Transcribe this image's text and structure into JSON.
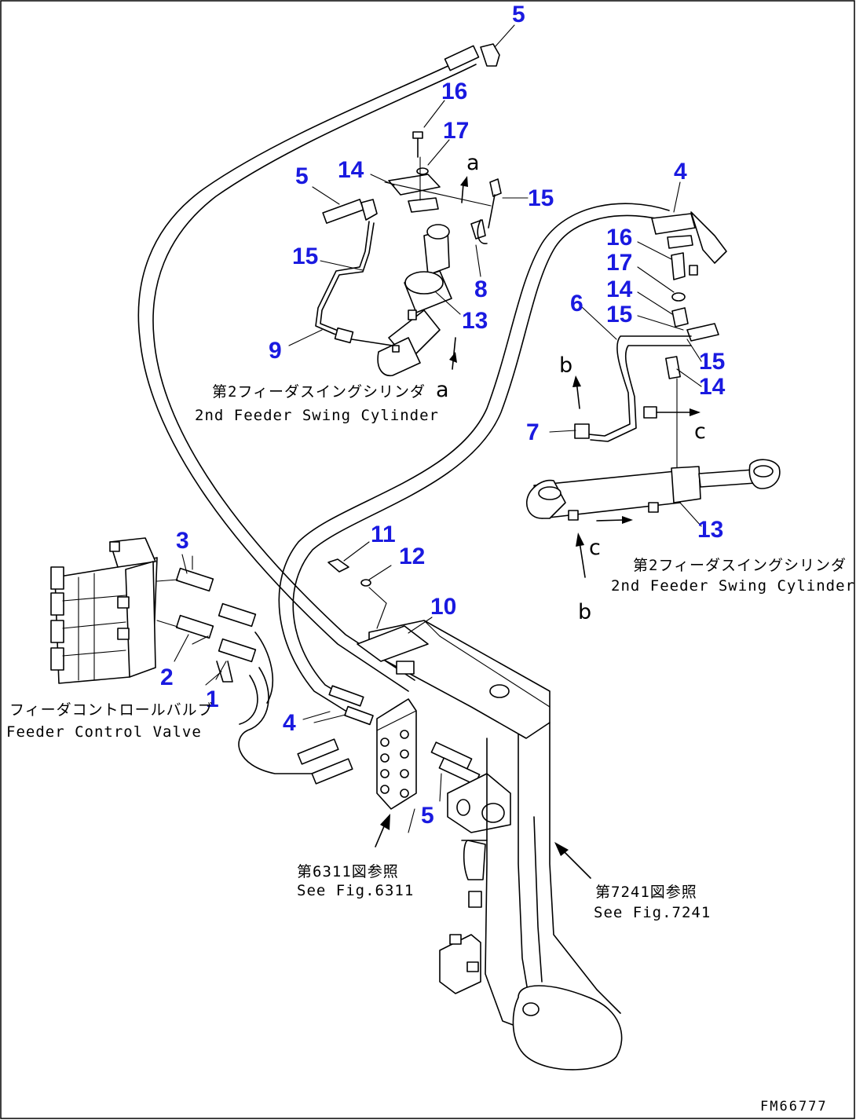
{
  "callouts": [
    "5",
    "16",
    "17",
    "14",
    "5",
    "15",
    "15",
    "8",
    "13",
    "9",
    "4",
    "16",
    "17",
    "14",
    "15",
    "6",
    "15",
    "14",
    "7",
    "13",
    "3",
    "11",
    "12",
    "10",
    "2",
    "1",
    "4",
    "5"
  ],
  "view_letters": [
    "a",
    "a",
    "b",
    "c",
    "c",
    "b"
  ],
  "captions": {
    "second_feeder_a_jp": "第2フィーダスイングシリンダ",
    "second_feeder_a_en": "2nd Feeder Swing Cylinder",
    "second_feeder_b_jp": "第2フィーダスイングシリンダ",
    "second_feeder_b_en": "2nd Feeder Swing Cylinder",
    "feeder_valve_jp": "フィーダコントロールバルブ",
    "feeder_valve_en": "Feeder Control Valve",
    "fig_6311_jp": "第6311図参照",
    "fig_6311_en": "See Fig.6311",
    "fig_7241_jp": "第7241図参照",
    "fig_7241_en": "See Fig.7241"
  },
  "drawing_code": "FM66777"
}
